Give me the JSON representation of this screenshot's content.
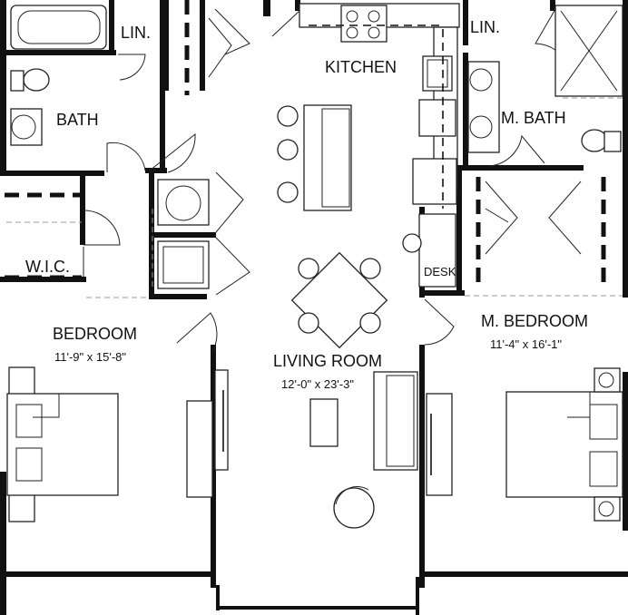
{
  "rooms": {
    "kitchen": "KITCHEN",
    "bath": "BATH",
    "lin_left": "LIN.",
    "lin_right": "LIN.",
    "m_bath": "M. BATH",
    "wic": "W.I.C.",
    "desk": "DESK",
    "bedroom": "BEDROOM",
    "bedroom_dim": "11'-9\" x 15'-8\"",
    "living_room": "LIVING ROOM",
    "living_dim": "12'-0\" x 23'-3\"",
    "m_bedroom": "M. BEDROOM",
    "m_bedroom_dim": "11'-4\" x 16'-1\""
  }
}
